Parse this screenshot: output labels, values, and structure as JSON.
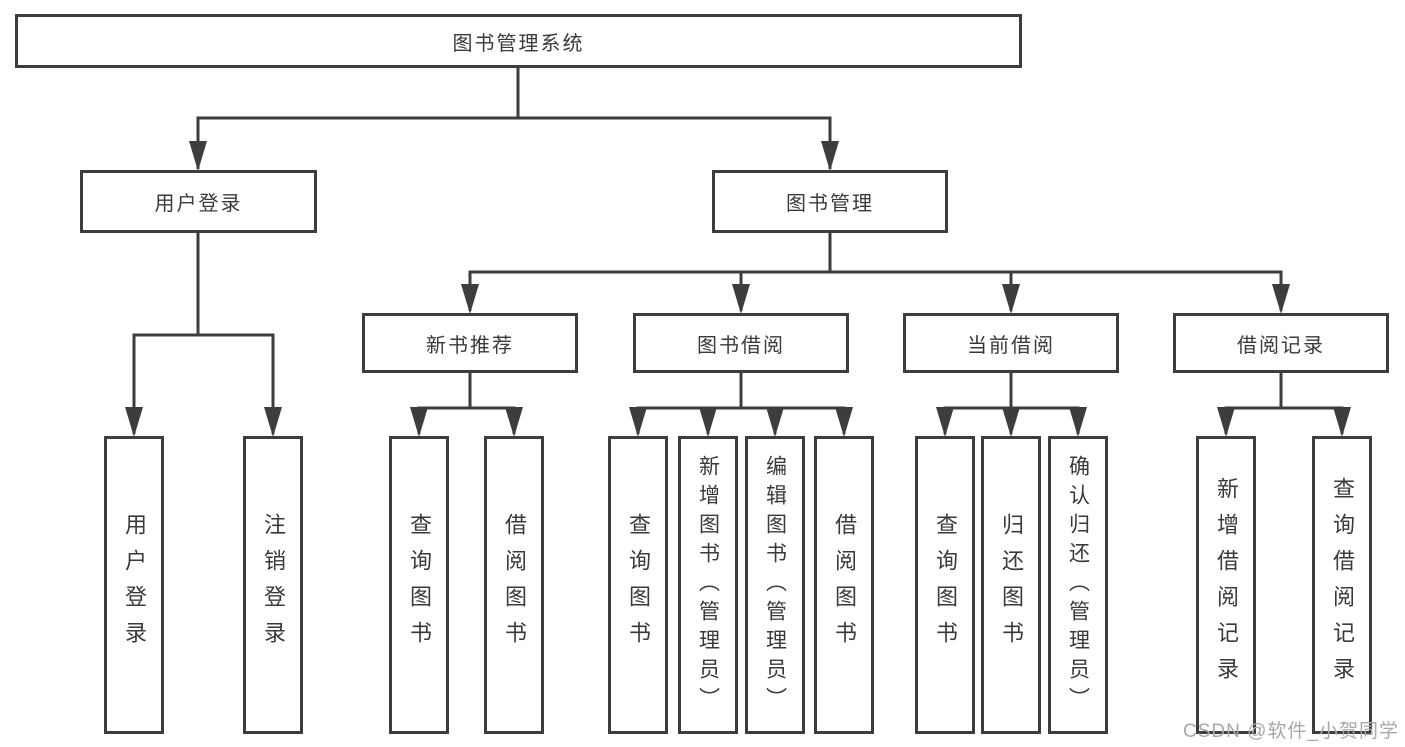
{
  "colors": {
    "line": "#3d3d3d",
    "text": "#3a3a3a",
    "box_background": "#ffffff",
    "page_background": "#ffffff",
    "watermark": "#a8a8a8"
  },
  "watermark": {
    "text": "CSDN @软件_小贺同学"
  },
  "nodes": {
    "root": "图书管理系统",
    "user_login": "用户登录",
    "book_management": "图书管理",
    "new_book_recommend": "新书推荐",
    "book_borrowing": "图书借阅",
    "current_borrowing": "当前借阅",
    "borrowing_records": "借阅记录",
    "leaves": {
      "g1": [
        "用户登录",
        "注销登录"
      ],
      "g2": [
        "查询图书",
        "借阅图书"
      ],
      "g3": [
        "查询图书",
        "新增图书（管理员）",
        "编辑图书（管理员）",
        "借阅图书"
      ],
      "g4": [
        "查询图书",
        "归还图书",
        "确认归还（管理员）"
      ],
      "g5": [
        "新增借阅记录",
        "查询借阅记录"
      ]
    }
  },
  "hierarchy": {
    "图书管理系统": [
      "用户登录",
      "图书管理"
    ],
    "用户登录": [
      "用户登录",
      "注销登录"
    ],
    "图书管理": [
      "新书推荐",
      "图书借阅",
      "当前借阅",
      "借阅记录"
    ],
    "新书推荐": [
      "查询图书",
      "借阅图书"
    ],
    "图书借阅": [
      "查询图书",
      "新增图书（管理员）",
      "编辑图书（管理员）",
      "借阅图书"
    ],
    "当前借阅": [
      "查询图书",
      "归还图书",
      "确认归还（管理员）"
    ],
    "借阅记录": [
      "新增借阅记录",
      "查询借阅记录"
    ]
  }
}
